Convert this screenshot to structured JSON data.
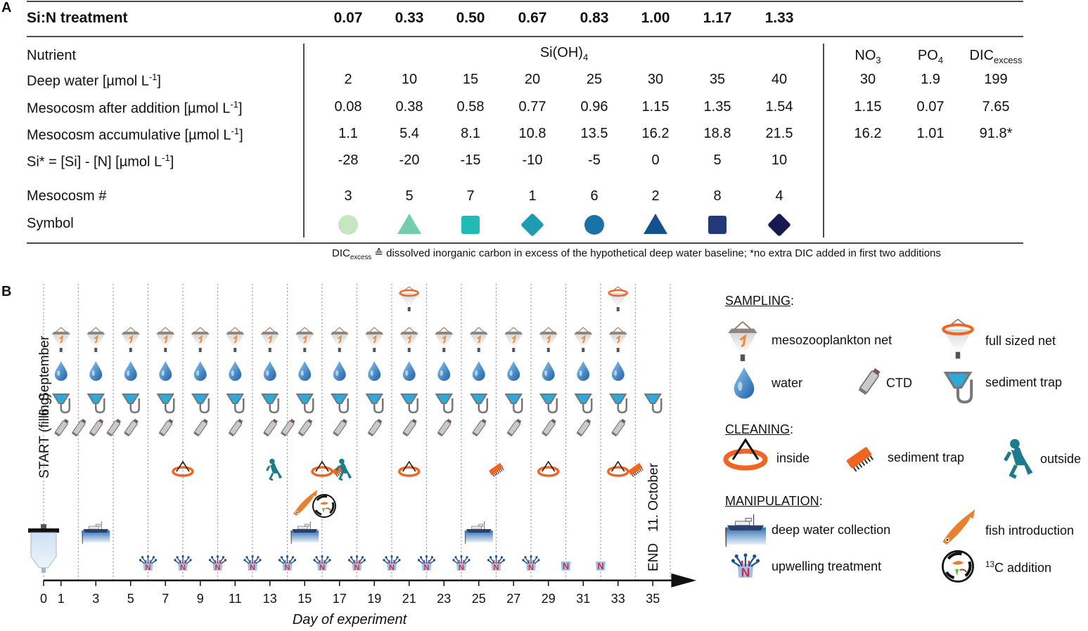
{
  "panel_a": {
    "label": "A",
    "header_label": "Si:N treatment",
    "treatments": [
      "0.07",
      "0.33",
      "0.50",
      "0.67",
      "0.83",
      "1.00",
      "1.17",
      "1.33"
    ],
    "rows": {
      "nutrient": {
        "label": "Nutrient",
        "group1": "Si(OH)",
        "group1_sub": "4",
        "no3": "NO",
        "no3_sub": "3",
        "po4": "PO",
        "po4_sub": "4",
        "dic": "DIC",
        "dic_sub": "excess"
      },
      "deep": {
        "label": "Deep water [µmol L",
        "unit_sup": "-1",
        "unit_end": "]",
        "values": [
          "2",
          "10",
          "15",
          "20",
          "25",
          "30",
          "35",
          "40"
        ],
        "extra": [
          "30",
          "1.9",
          "199"
        ]
      },
      "after": {
        "label": "Mesocosm after addition [µmol L",
        "unit_sup": "-1",
        "unit_end": "]",
        "values": [
          "0.08",
          "0.38",
          "0.58",
          "0.77",
          "0.96",
          "1.15",
          "1.35",
          "1.54"
        ],
        "extra": [
          "1.15",
          "0.07",
          "7.65"
        ]
      },
      "accum": {
        "label": "Mesocosm accumulative [µmol L",
        "unit_sup": "-1",
        "unit_end": "]",
        "values": [
          "1.1",
          "5.4",
          "8.1",
          "10.8",
          "13.5",
          "16.2",
          "18.8",
          "21.5"
        ],
        "extra": [
          "16.2",
          "1.01",
          "91.8*"
        ]
      },
      "sistar": {
        "label": "Si* = [Si] - [N] [µmol L",
        "unit_sup": "-1",
        "unit_end": "]",
        "values": [
          "-28",
          "-20",
          "-15",
          "-10",
          "-5",
          "0",
          "5",
          "10"
        ]
      },
      "meso": {
        "label": "Mesocosm #",
        "values": [
          "3",
          "5",
          "7",
          "1",
          "6",
          "2",
          "8",
          "4"
        ]
      },
      "symbol": {
        "label": "Symbol"
      }
    },
    "symbols": [
      {
        "shape": "circle",
        "color": "#c6e6c1"
      },
      {
        "shape": "triangle",
        "color": "#75cdb0"
      },
      {
        "shape": "square",
        "color": "#1ebcb4"
      },
      {
        "shape": "diamond",
        "color": "#1f9bb2"
      },
      {
        "shape": "circle",
        "color": "#1a72a6"
      },
      {
        "shape": "triangle",
        "color": "#13508e"
      },
      {
        "shape": "square",
        "color": "#23387a"
      },
      {
        "shape": "diamond",
        "color": "#171a50"
      }
    ],
    "footnote_pre": "DIC",
    "footnote_sub": "excess",
    "footnote_post": " ≙ dissolved inorganic carbon in excess of the hypothetical deep water baseline; *no extra DIC added in first two additions"
  },
  "panel_b": {
    "label": "B",
    "start_label": "START (filling)",
    "start_date": "6. September",
    "end_label": "END",
    "end_date": "11. October",
    "axis_title": "Day of experiment",
    "axis_ticks": [
      "0",
      "1",
      "3",
      "5",
      "7",
      "9",
      "11",
      "13",
      "15",
      "17",
      "19",
      "21",
      "23",
      "25",
      "27",
      "29",
      "31",
      "33",
      "35"
    ],
    "events": {
      "full_net_days": [
        21,
        33
      ],
      "meso_net_days": [
        1,
        3,
        5,
        7,
        9,
        11,
        13,
        15,
        17,
        19,
        21,
        23,
        25,
        27,
        29,
        31,
        33
      ],
      "water_days": [
        1,
        3,
        5,
        7,
        9,
        11,
        13,
        15,
        17,
        19,
        21,
        23,
        25,
        27,
        29,
        31,
        33
      ],
      "trap_days": [
        1,
        3,
        5,
        7,
        9,
        11,
        13,
        15,
        17,
        19,
        21,
        23,
        25,
        27,
        29,
        31,
        33,
        35
      ],
      "ctd_days": [
        1,
        2,
        3,
        4,
        5,
        7,
        9,
        11,
        13,
        14,
        15,
        17,
        19,
        21,
        23,
        25,
        27,
        29,
        31,
        33
      ],
      "inside_clean_days": [
        8,
        16,
        21,
        29,
        33
      ],
      "trap_clean_days": [
        17,
        26,
        34
      ],
      "diver_days": [
        13,
        17
      ],
      "fish_day": 15,
      "c13_day": 16,
      "deep_water_days": [
        3,
        15,
        25
      ],
      "upwelling_days": [
        6,
        8,
        10,
        12,
        14,
        16,
        18,
        20,
        22,
        24,
        26,
        28
      ],
      "upwelling_n_days": [
        30,
        32
      ]
    },
    "legend": {
      "sampling_title": "SAMPLING",
      "sampling_colon": ":",
      "meso_net": "mesozooplankton net",
      "full_net": "full sized net",
      "water": "water",
      "ctd": "CTD",
      "sediment_trap": "sediment trap",
      "cleaning_title": "CLEANING",
      "cleaning_colon": ":",
      "inside": "inside",
      "trap_clean": "sediment trap",
      "outside": "outside",
      "manip_title": "MANIPULATION",
      "manip_colon": ":",
      "deep_water": "deep water collection",
      "fish": "fish introduction",
      "upwelling": "upwelling treatment",
      "c13_sup": "13",
      "c13_text": "C addition"
    }
  }
}
